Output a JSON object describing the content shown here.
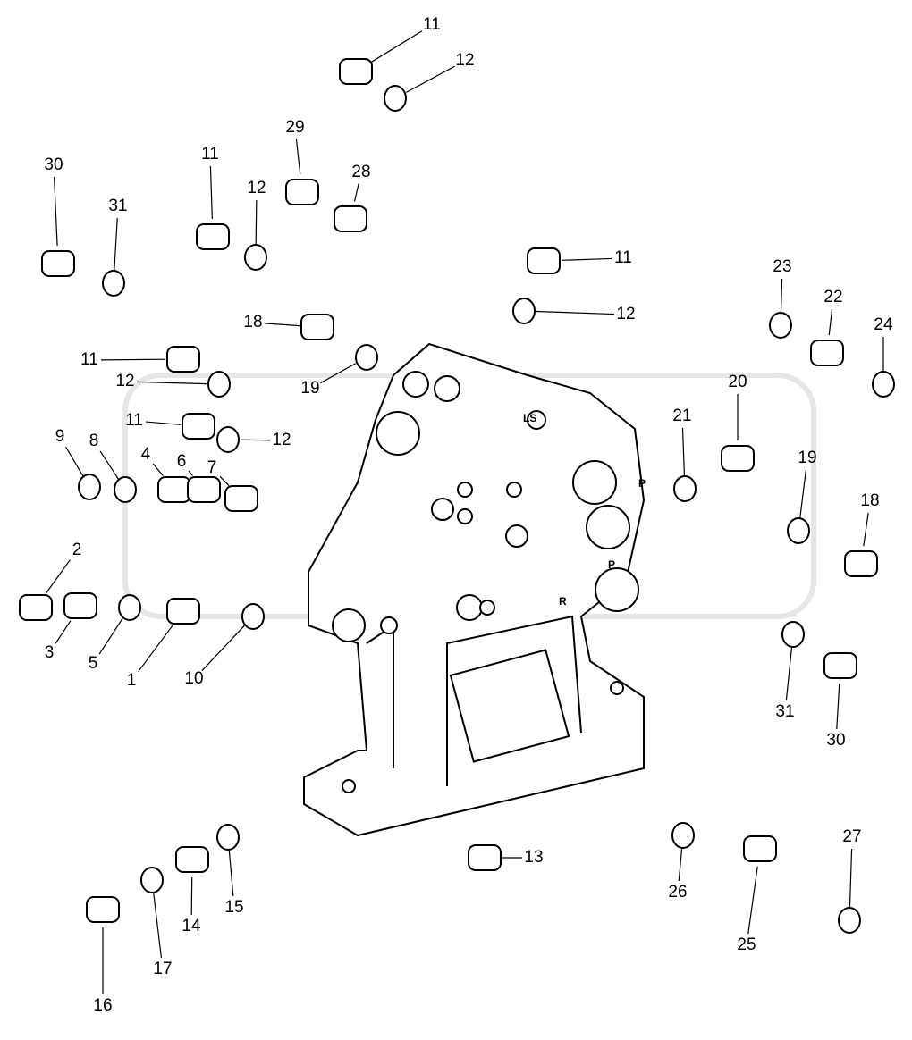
{
  "diagram": {
    "callouts": [
      "11",
      "12",
      "29",
      "28",
      "30",
      "31",
      "11",
      "12",
      "11",
      "12",
      "23",
      "22",
      "24",
      "18",
      "19",
      "11",
      "12",
      "11",
      "12",
      "9",
      "8",
      "4",
      "6",
      "7",
      "20",
      "21",
      "19",
      "18",
      "2",
      "3",
      "5",
      "1",
      "10",
      "31",
      "30",
      "13",
      "27",
      "26",
      "25",
      "15",
      "14",
      "17",
      "16"
    ],
    "port_marks": [
      "LS",
      "P",
      "P",
      "R"
    ],
    "line_color": "#000000",
    "watermark_color": "#e6e6e6"
  }
}
